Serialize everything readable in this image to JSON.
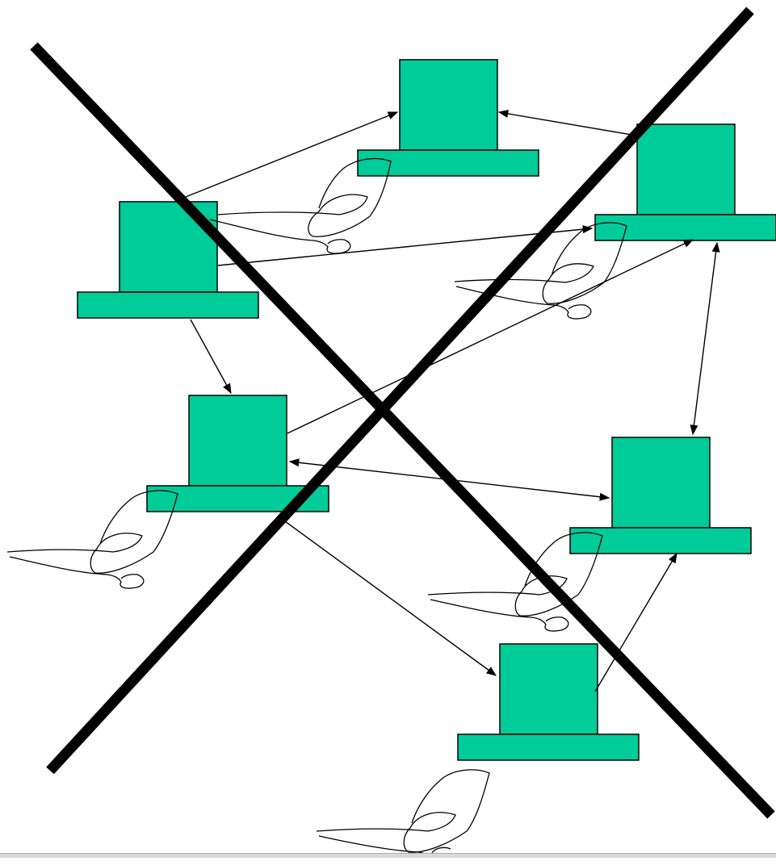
{
  "diagram": {
    "kind": "crossed-out peer-to-peer network of workstations",
    "colors": {
      "workstation_fill": "#00cc99",
      "outline": "#000000",
      "cross": "#000000",
      "background": "#ffffff"
    },
    "nodes": [
      {
        "id": "top-center"
      },
      {
        "id": "top-right"
      },
      {
        "id": "upper-left"
      },
      {
        "id": "middle-left"
      },
      {
        "id": "middle-right"
      },
      {
        "id": "bottom-center"
      }
    ],
    "links": [
      {
        "from": "upper-left",
        "to": "top-center"
      },
      {
        "from": "upper-left",
        "to": "top-right"
      },
      {
        "from": "upper-left",
        "to": "middle-left"
      },
      {
        "from": "top-center",
        "to": "top-right",
        "bidirectional": true
      },
      {
        "from": "middle-left",
        "to": "top-right"
      },
      {
        "from": "middle-left",
        "to": "middle-right",
        "bidirectional": true
      },
      {
        "from": "middle-left",
        "to": "bottom-center"
      },
      {
        "from": "top-right",
        "to": "middle-right",
        "bidirectional": true
      },
      {
        "from": "bottom-center",
        "to": "middle-right"
      }
    ],
    "crossed_out": true
  }
}
